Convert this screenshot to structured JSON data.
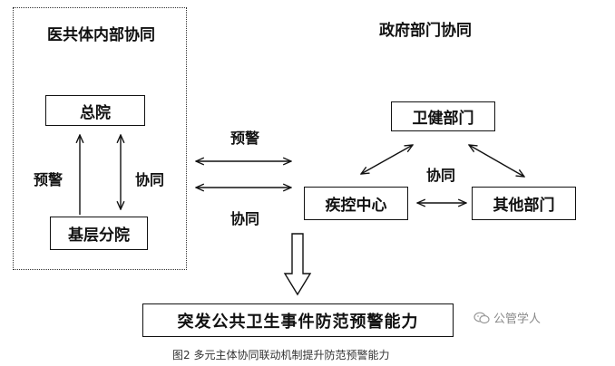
{
  "left_group": {
    "title": "医共体内部协同",
    "top_box": "总院",
    "bottom_box": "基层分院",
    "up_label": "预警",
    "bidir_label": "协同"
  },
  "right_group": {
    "title": "政府部门协同",
    "health_dept": "卫健部门",
    "cdc": "疾控中心",
    "other_dept": "其他部门",
    "center_label": "协同"
  },
  "middle": {
    "upper_label": "预警",
    "lower_label": "协同"
  },
  "result_box": "突发公共卫生事件防范预警能力",
  "watermark": "公管学人",
  "caption": "图2 多元主体协同联动机制提升防范预警能力"
}
